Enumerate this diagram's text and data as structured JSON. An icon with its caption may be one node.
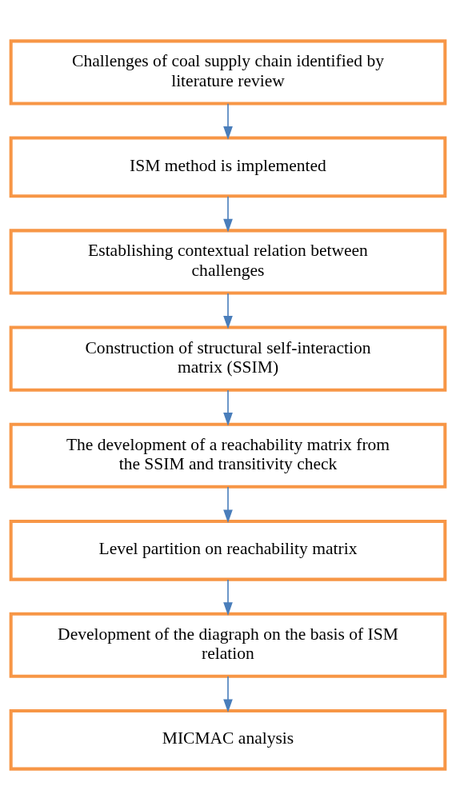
{
  "diagram": {
    "nodes": [
      {
        "text": [
          "Challenges of coal supply chain identified by literature review"
        ]
      },
      {
        "text": [
          "ISM method is implemented"
        ]
      },
      {
        "text": [
          "Establishing contextual relation between challenges"
        ]
      },
      {
        "text": [
          "Construction of structural self-interaction matrix (SSIM)"
        ]
      },
      {
        "text": [
          "The development of a reachability matrix from the SSIM and transitivity check"
        ]
      },
      {
        "text": [
          "Level partition on reachability matrix"
        ]
      },
      {
        "text": [
          "Development of the diagraph on the basis of ISM relation"
        ]
      },
      {
        "text": [
          "MICMAC analysis"
        ]
      }
    ],
    "edges": [
      {
        "from": 0,
        "to": 1,
        "arrow": "to"
      },
      {
        "from": 1,
        "to": 2,
        "arrow": "to"
      },
      {
        "from": 2,
        "to": 3,
        "arrow": "to"
      },
      {
        "from": 3,
        "to": 4,
        "arrow": "to"
      },
      {
        "from": 4,
        "to": 5,
        "arrow": "to"
      },
      {
        "from": 5,
        "to": 6,
        "arrow": "to"
      },
      {
        "from": 6,
        "to": 7,
        "arrow": "to"
      }
    ]
  }
}
